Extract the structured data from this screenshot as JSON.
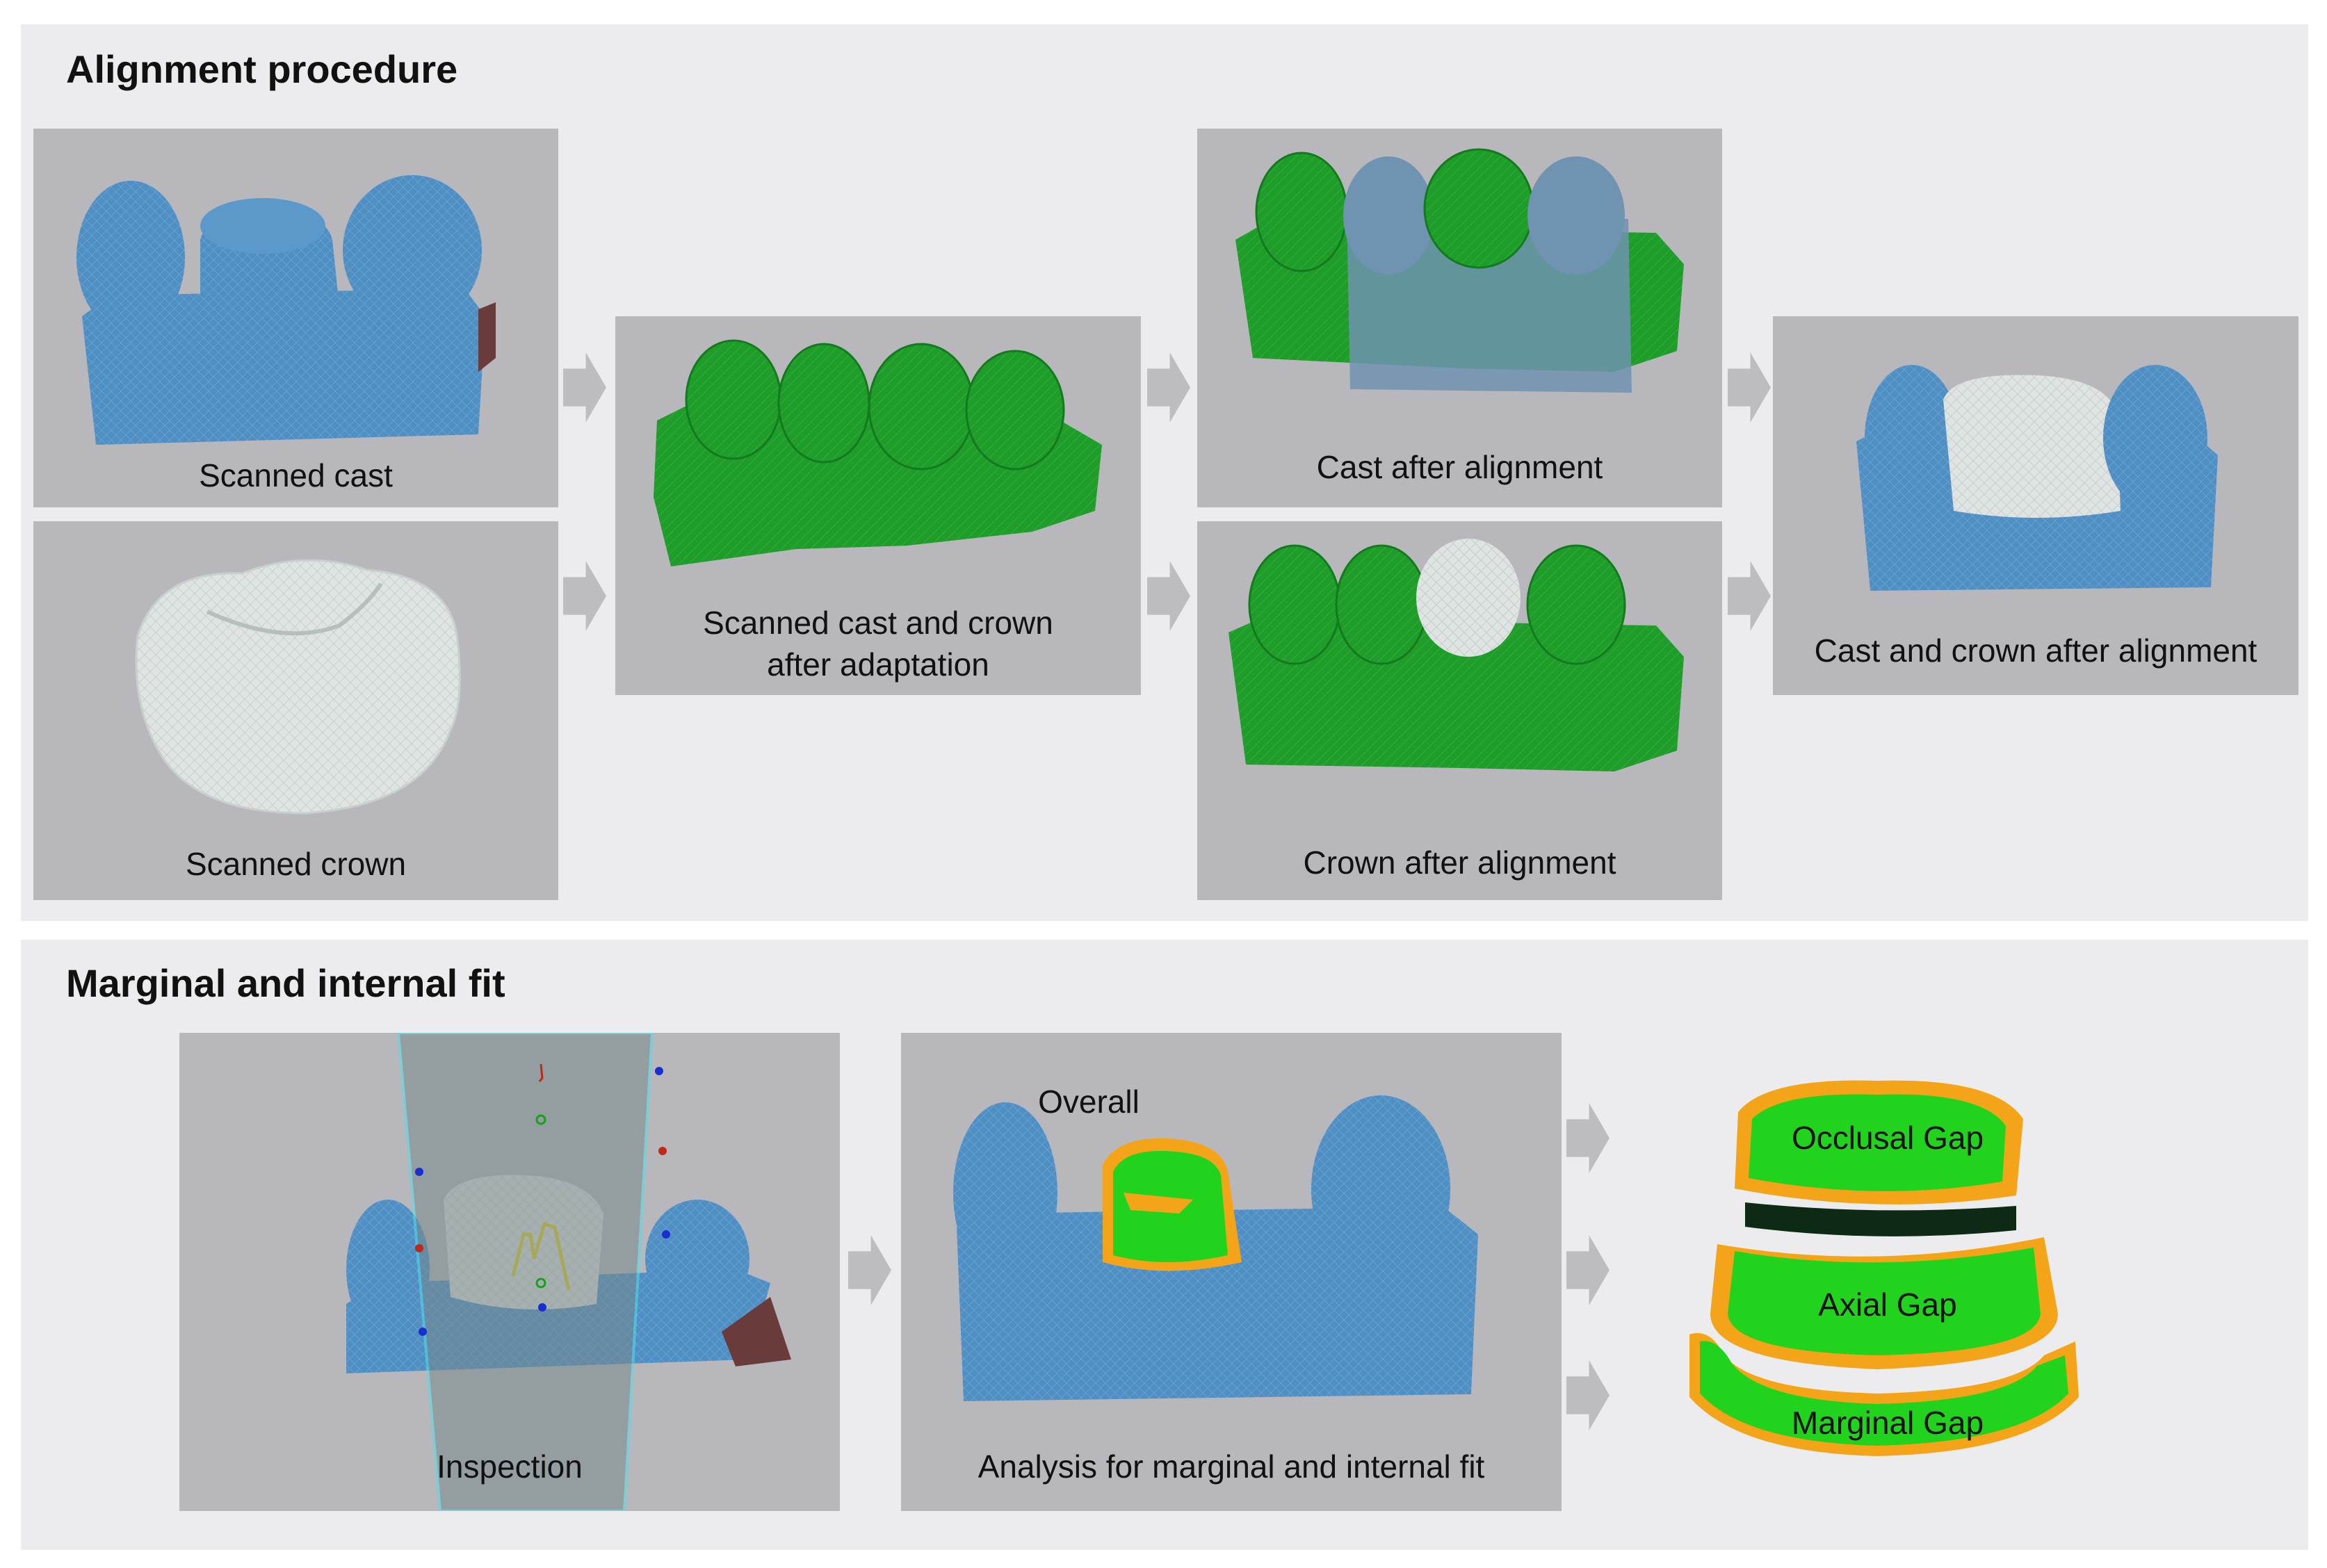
{
  "sections": {
    "alignment": {
      "title": "Alignment procedure"
    },
    "fit": {
      "title": "Marginal and internal fit"
    }
  },
  "panels": {
    "scanned_cast": "Scanned cast",
    "scanned_crown": "Scanned crown",
    "adaptation_line1": "Scanned cast and crown",
    "adaptation_line2": "after adaptation",
    "cast_after_alignment": "Cast after alignment",
    "crown_after_alignment": "Crown after alignment",
    "cast_crown_after_alignment": "Cast and crown after alignment",
    "inspection": "Inspection",
    "analysis": "Analysis for marginal and internal fit",
    "overall": "Overall"
  },
  "gaps": {
    "occlusal": "Occlusal Gap",
    "axial": "Axial Gap",
    "marginal": "Marginal Gap"
  },
  "colors": {
    "cast_blue": "#4f8fc4",
    "adapted_green": "#1f9c2a",
    "crown_white": "#dfe3e2",
    "fit_green": "#22d31e",
    "fit_orange": "#f4a418",
    "panel_gray": "#b8b7bc",
    "section_bg": "#ececee",
    "arrow_gray": "#bdbcc0"
  }
}
